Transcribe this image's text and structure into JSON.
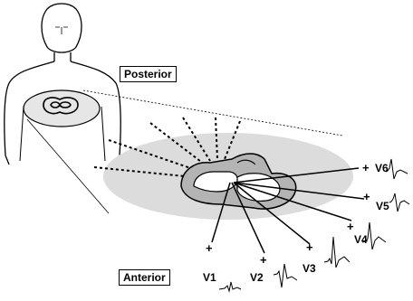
{
  "labels": {
    "posterior": "Posterior",
    "anterior": "Anterior"
  },
  "leads": [
    {
      "name": "V1",
      "sign": "+"
    },
    {
      "name": "V2",
      "sign": "+"
    },
    {
      "name": "V3",
      "sign": "+"
    },
    {
      "name": "V4",
      "sign": "+"
    },
    {
      "name": "V5",
      "sign": "+"
    },
    {
      "name": "V6",
      "sign": "+"
    }
  ],
  "colors": {
    "plane_fill": "#dcdcdc",
    "heart_fill": "#b4b4b4",
    "line": "#000000"
  }
}
